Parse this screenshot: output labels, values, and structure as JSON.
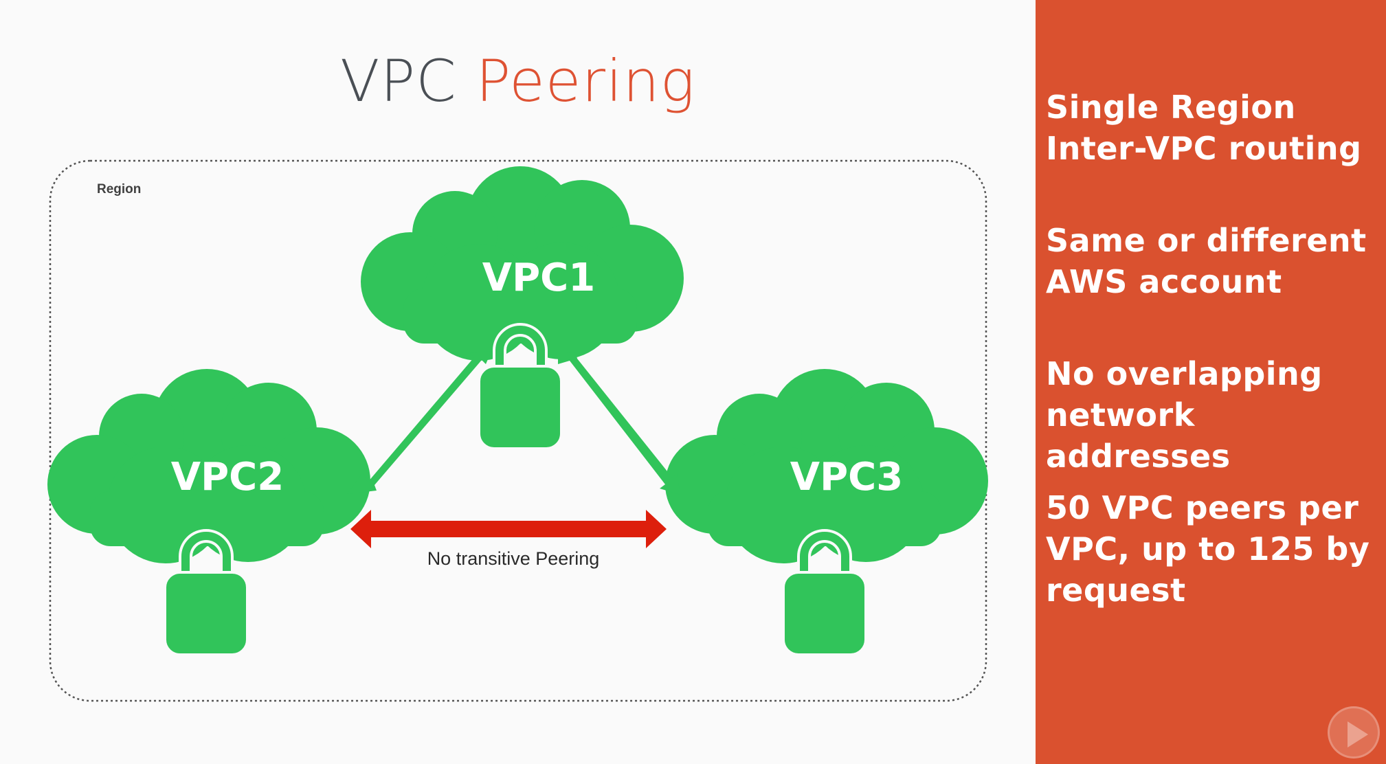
{
  "title": {
    "part1": "VPC",
    "part2": "Peering"
  },
  "diagram": {
    "region_label": "Region",
    "vpcs": [
      {
        "label": "VPC1"
      },
      {
        "label": "VPC2"
      },
      {
        "label": "VPC3"
      }
    ],
    "transitive_label": "No transitive Peering",
    "icons": [
      "cloud-icon",
      "padlock-icon",
      "double-arrow-icon"
    ],
    "colors": {
      "cloud": "#31c45a",
      "no_peering_arrow": "#dd1f0c",
      "region_border": "#555555"
    }
  },
  "side_panel": {
    "background": "#da512f",
    "points": [
      "Single Region\nInter-VPC routing",
      "Same or different\nAWS account",
      "No overlapping\nnetwork addresses",
      "50 VPC peers per\nVPC, up to 125 by\nrequest"
    ]
  }
}
